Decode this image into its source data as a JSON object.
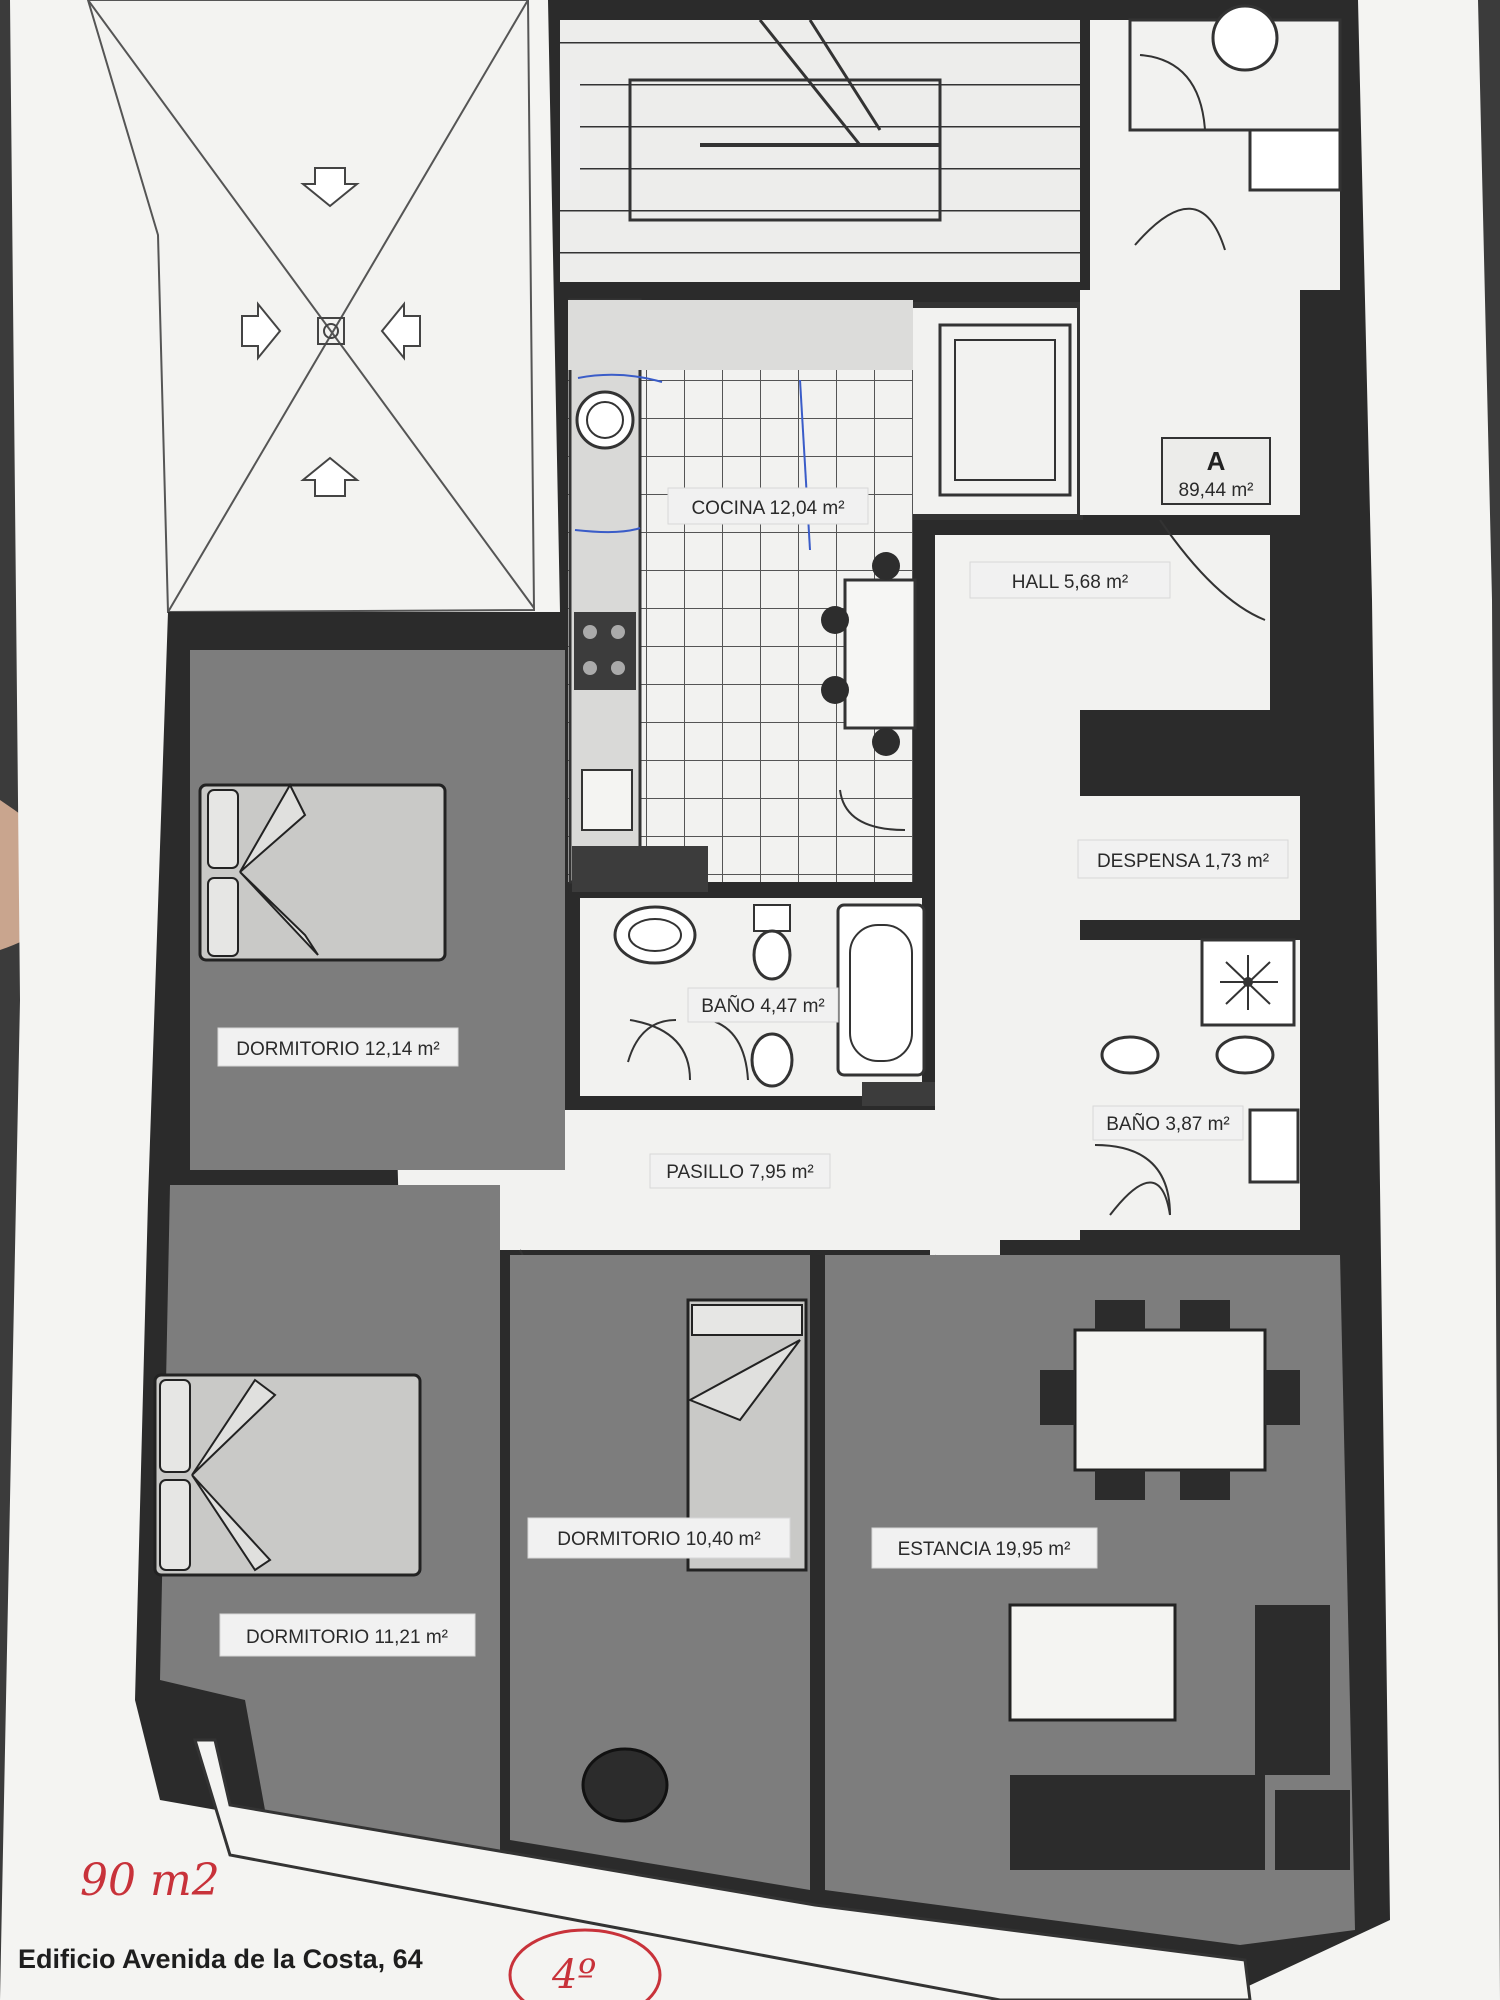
{
  "plan": {
    "unit_letter": "A",
    "unit_area": "89,44 m²",
    "caption": "Edificio Avenida de la Costa, 64"
  },
  "rooms": {
    "cocina": "COCINA 12,04 m²",
    "hall": "HALL 5,68 m²",
    "despensa": "DESPENSA 1,73 m²",
    "bano_1": "BAÑO 4,47 m²",
    "bano_2": "BAÑO 3,87 m²",
    "pasillo": "PASILLO 7,95 m²",
    "dormitorio_1": "DORMITORIO 12,14 m²",
    "dormitorio_2": "DORMITORIO 11,21 m²",
    "dormitorio_3": "DORMITORIO 10,40 m²",
    "estancia": "ESTANCIA 19,95 m²"
  },
  "annotations": {
    "total_area": "90 m2",
    "floor": "4º"
  },
  "colors": {
    "paper": "#f4f4f2",
    "wall": "#2b2b2b",
    "shaded_room": "#7d7d7d",
    "handwriting": "#c8323a",
    "pen_blue": "#3a5cc8"
  }
}
